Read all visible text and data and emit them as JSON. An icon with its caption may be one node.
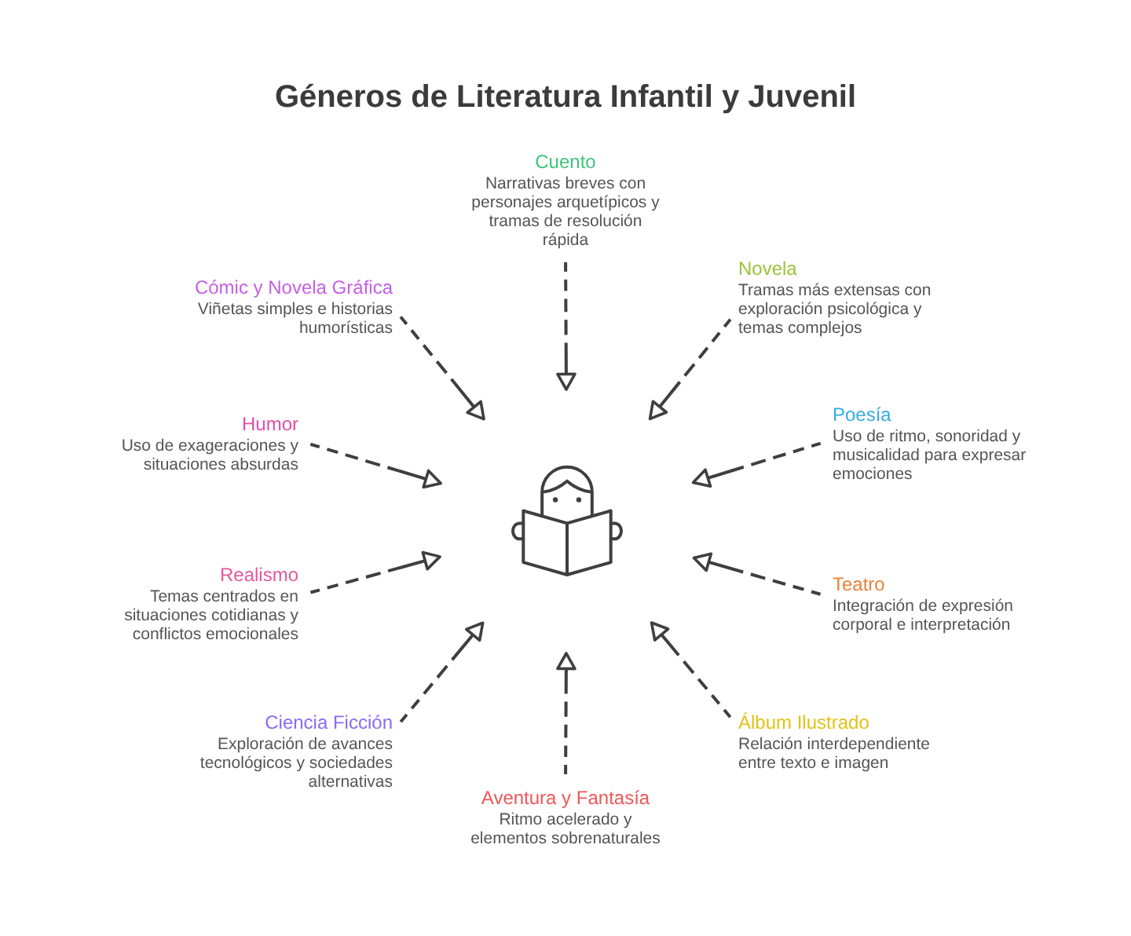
{
  "diagram": {
    "title": "Géneros de Literatura Infantil y Juvenil",
    "nodes": [
      {
        "text": [
          "Cuento",
          "Narrativas breves con personajes arquetípicos y tramas de resolución rápida"
        ]
      },
      {
        "text": [
          "Novela",
          "Tramas más extensas con exploración psicológica y temas complejos"
        ]
      },
      {
        "text": [
          "Cómic y Novela Gráfica",
          "Viñetas simples e historias humorísticas"
        ]
      },
      {
        "text": [
          "Poesía",
          "Uso de ritmo, sonoridad y musicalidad para expresar emociones"
        ]
      },
      {
        "text": [
          "Humor",
          "Uso de exageraciones y situaciones absurdas"
        ]
      },
      {
        "text": [
          "Realismo",
          "Temas centrados en situaciones cotidianas y conflictos emocionales"
        ]
      },
      {
        "text": [
          "Teatro",
          "Integración de expresión corporal e interpretación"
        ]
      },
      {
        "text": [
          "Ciencia Ficción",
          "Exploración de avances tecnológicos y sociedades alternativas"
        ]
      },
      {
        "text": [
          "Álbum Ilustrado",
          "Relación interdependiente entre texto e imagen"
        ]
      },
      {
        "text": [
          "Aventura y Fantasía",
          "Ritmo acelerado y elementos sobrenaturales"
        ]
      },
      {
        "text": [],
        "shape": "person"
      }
    ],
    "edges": [
      {
        "from": 0,
        "to": 10,
        "arrow": "to",
        "style": "dashed"
      },
      {
        "from": 1,
        "to": 10,
        "arrow": "to",
        "style": "dashed"
      },
      {
        "from": 2,
        "to": 10,
        "arrow": "to",
        "style": "dashed"
      },
      {
        "from": 3,
        "to": 10,
        "arrow": "to",
        "style": "dashed"
      },
      {
        "from": 4,
        "to": 10,
        "arrow": "to",
        "style": "dashed"
      },
      {
        "from": 5,
        "to": 10,
        "arrow": "to",
        "style": "dashed"
      },
      {
        "from": 6,
        "to": 10,
        "arrow": "to",
        "style": "dashed"
      },
      {
        "from": 7,
        "to": 10,
        "arrow": "to",
        "style": "dashed"
      },
      {
        "from": 8,
        "to": 10,
        "arrow": "to",
        "style": "dashed"
      },
      {
        "from": 9,
        "to": 10,
        "arrow": "to",
        "style": "dashed"
      }
    ]
  }
}
